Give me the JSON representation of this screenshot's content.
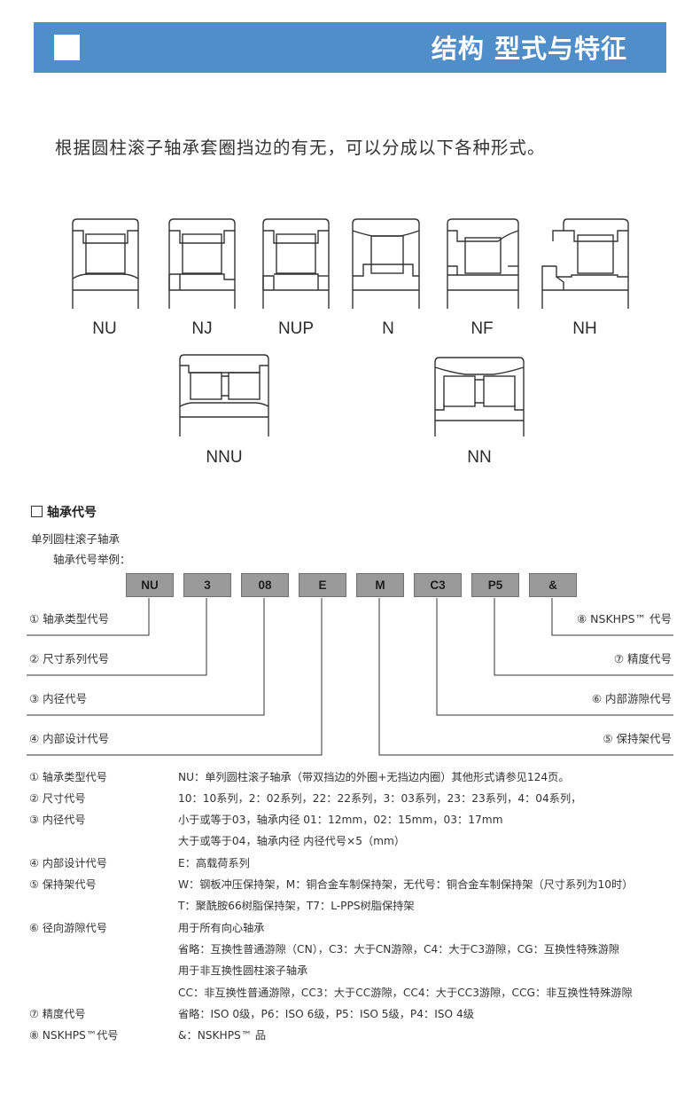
{
  "header": {
    "title": "结构 型式与特征"
  },
  "intro": "根据圆柱滚子轴承套圈挡边的有无，可以分成以下各种形式。",
  "bearing_types": [
    "NU",
    "NJ",
    "NUP",
    "N",
    "NF",
    "NH",
    "NNU",
    "NN"
  ],
  "section": {
    "title": "轴承代号",
    "subtitle": "单列圆柱滚子轴承",
    "example_label": "轴承代号举例："
  },
  "codes": [
    "NU",
    "3",
    "08",
    "E",
    "M",
    "C3",
    "P5",
    "&"
  ],
  "callouts": {
    "left": [
      "① 轴承类型代号",
      "② 尺寸系列代号",
      "③ 内径代号",
      "④ 内部设计代号"
    ],
    "right": [
      "⑧ NSKHPS™ 代号",
      "⑦ 精度代号",
      "⑥ 内部游隙代号",
      "⑤ 保持架代号"
    ]
  },
  "details": [
    {
      "label": "① 轴承类型代号",
      "lines": [
        "NU：单列圆柱滚子轴承（带双挡边的外圈+无挡边内圈）其他形式请参见124页。"
      ]
    },
    {
      "label": "② 尺寸代号",
      "lines": [
        "10：10系列，2：02系列，22：22系列，3：03系列，23：23系列，4：04系列，"
      ]
    },
    {
      "label": "③ 内径代号",
      "lines": [
        "小于或等于03，轴承内径 01：12mm，02：15mm，03：17mm",
        "大于或等于04，轴承内径 内径代号×5（mm）"
      ]
    },
    {
      "label": "④ 内部设计代号",
      "lines": [
        "E：高载荷系列"
      ]
    },
    {
      "label": "⑤ 保持架代号",
      "lines": [
        "W：钢板冲压保持架，M：铜合金车制保持架，无代号：铜合金车制保持架（尺寸系列为10时）",
        "T：聚酰胺66树脂保持架，T7：L-PPS树脂保持架"
      ]
    },
    {
      "label": "⑥ 径向游隙代号",
      "lines": [
        "用于所有向心轴承",
        "省略：互换性普通游隙（CN），C3：大于CN游隙，C4：大于C3游隙，CG：互换性特殊游隙",
        "用于非互换性圆柱滚子轴承",
        "CC：非互换性普通游隙，CC3：大于CC游隙，CC4：大于CC3游隙，CCG：非互换性特殊游隙"
      ]
    },
    {
      "label": "⑦ 精度代号",
      "lines": [
        "省略：ISO 0级，P6：ISO 6级，P5：ISO 5级，P4：ISO 4级"
      ]
    },
    {
      "label": "⑧ NSKHPS™代号",
      "lines": [
        "&：NSKHPS™ 品"
      ]
    }
  ]
}
